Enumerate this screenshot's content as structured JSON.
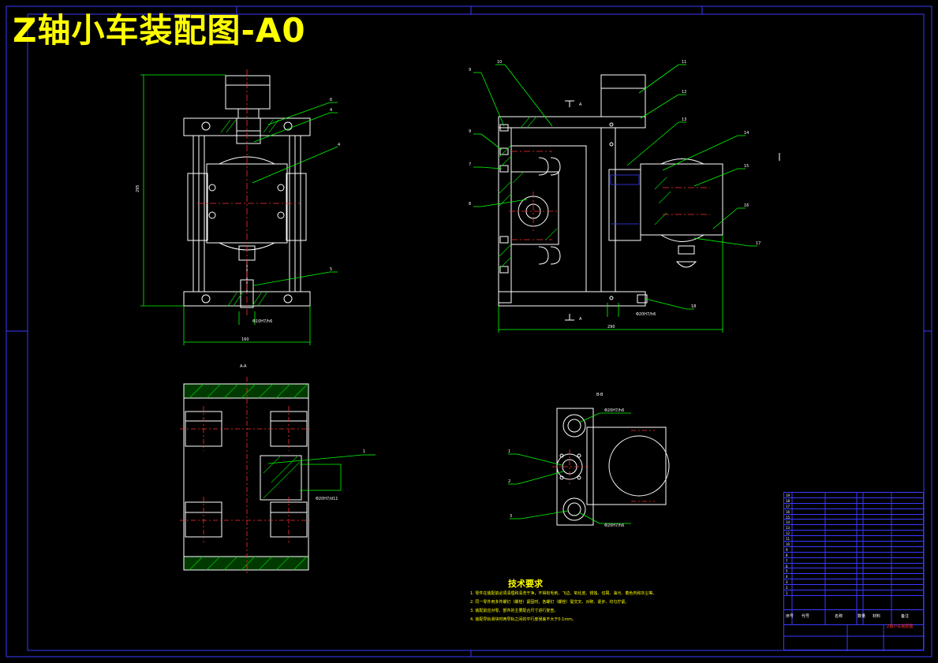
{
  "sheet": {
    "title": "Z轴小车装配图-A0"
  },
  "colors": {
    "background": "#000000",
    "frame": "#3a3aff",
    "outline": "#ffffff",
    "leader": "#00ff00",
    "hatch": "#00c000",
    "centerline": "#ff3030",
    "title": "#ffff00",
    "accent": "#ff00ff"
  },
  "views": {
    "front": {
      "balloons": [
        "6",
        "4",
        "4",
        "5"
      ],
      "dim_height": "295",
      "dim_width": "160",
      "fit": "Φ10H7/h6"
    },
    "side": {
      "balloons": [
        "10",
        "11",
        "12",
        "13",
        "14",
        "15",
        "16",
        "17",
        "18",
        "7",
        "8",
        "9",
        "9"
      ],
      "dim_width": "290",
      "fit": "Φ20H7/h6",
      "section_mark": "A"
    },
    "section_aa": {
      "label": "A-A",
      "balloons": [
        "1"
      ],
      "fit": "Φ20H7/d11"
    },
    "section_bb": {
      "label": "B-B",
      "balloons": [
        "1",
        "2",
        "3"
      ],
      "fit_top": "Φ20H7/h6",
      "fit_bottom": "Φ20H7/h6"
    }
  },
  "tech": {
    "heading": "技术要求",
    "items": [
      "1. 零件在装配前必须清理和清洗干净，不得有毛刺、飞边、氧化皮、锈蚀、切屑、油污、着色剂和灰尘等。",
      "2. 同一零件用多件螺钉（螺栓）紧固时，各螺钉（螺栓）需交叉、对称、逐步、均匀拧紧。",
      "3. 装配前应对零、部件的主要配合尺寸进行复查。",
      "4. 装配导轨滑块时两导轨之间的平行度误差不大于0.1mm。"
    ]
  },
  "title_block": {
    "part_rows": [
      "19",
      "18",
      "17",
      "16",
      "15",
      "14",
      "13",
      "12",
      "11",
      "10",
      "9",
      "8",
      "7",
      "6",
      "5",
      "4",
      "3",
      "2",
      "1"
    ],
    "headers": [
      "序号",
      "代号",
      "名称",
      "数量",
      "材料",
      "备注"
    ],
    "drawing_name": "Z轴小车装配图"
  }
}
